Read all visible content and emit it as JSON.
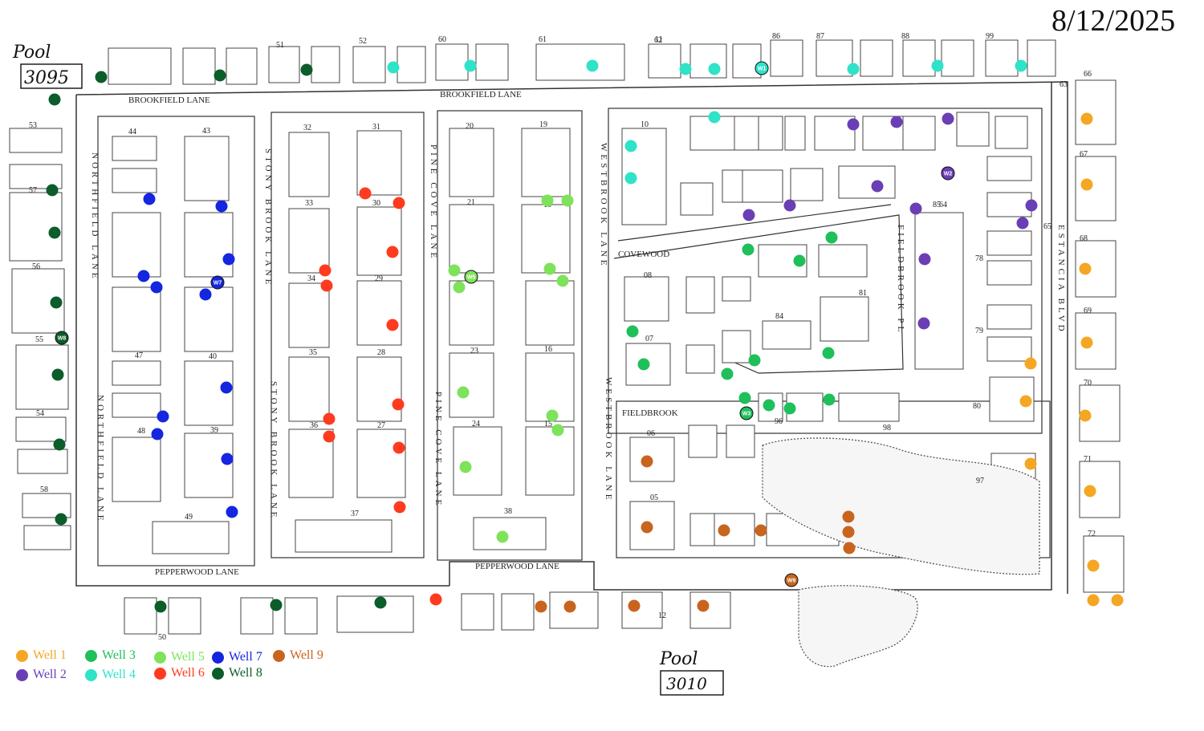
{
  "date": "8/12/2025",
  "pools": [
    {
      "label": "Pool",
      "number": "3095"
    },
    {
      "label": "Pool",
      "number": "3010"
    }
  ],
  "streets": {
    "brookfield_west": "BROOKFIELD LANE",
    "brookfield_east": "BROOKFIELD LANE",
    "pepperwood_west": "PEPPERWOOD LANE",
    "pepperwood_east": "PEPPERWOOD LANE",
    "covewood": "COVEWOOD",
    "fieldbrook": "FIELDBROOK",
    "northfield_1": "NORTHFIELD LANE",
    "northfield_2": "NORTHFIELD LANE",
    "stony_brook_1": "STONY BROOK LANE",
    "stony_brook_2": "STONY BROOK LANE",
    "pine_cove_1": "PINE COVE LANE",
    "pine_cove_2": "PINE COVE LANE",
    "westbrook_1": "WESTBROOK LANE",
    "westbrook_2": "WESTBROOK LANE",
    "fieldbrook_pl": "FIELDBROOK PL",
    "estancia": "ESTANCIA BLVD"
  },
  "block_numbers": [
    "44",
    "43",
    "32",
    "31",
    "20",
    "19",
    "10",
    "33",
    "30",
    "21",
    "18",
    "34",
    "29",
    "35",
    "28",
    "47",
    "40",
    "23",
    "16",
    "48",
    "39",
    "36",
    "27",
    "24",
    "15",
    "49",
    "37",
    "38",
    "08",
    "07",
    "06",
    "05",
    "53",
    "54",
    "55",
    "56",
    "57",
    "58",
    "50",
    "51",
    "52",
    "60",
    "61",
    "62",
    "63",
    "64",
    "65",
    "66",
    "67",
    "68",
    "69",
    "70",
    "71",
    "72",
    "81",
    "84",
    "85",
    "86",
    "87",
    "88",
    "99",
    "11",
    "12",
    "78",
    "79",
    "80",
    "97",
    "98",
    "96"
  ],
  "well_labels": [
    "W1",
    "W2",
    "W3",
    "W5",
    "W7",
    "W8",
    "W9"
  ],
  "legend": [
    {
      "label": "Well 1",
      "color": "#f5a623"
    },
    {
      "label": "Well 2",
      "color": "#6a3fb5"
    },
    {
      "label": "Well 3",
      "color": "#1fbf5a"
    },
    {
      "label": "Well 4",
      "color": "#2ee3c8"
    },
    {
      "label": "Well 5",
      "color": "#7ee35a"
    },
    {
      "label": "Well 6",
      "color": "#ff3b1f"
    },
    {
      "label": "Well 7",
      "color": "#1526e0"
    },
    {
      "label": "Well 8",
      "color": "#0b5d2a"
    },
    {
      "label": "Well 9",
      "color": "#c8641e"
    }
  ]
}
